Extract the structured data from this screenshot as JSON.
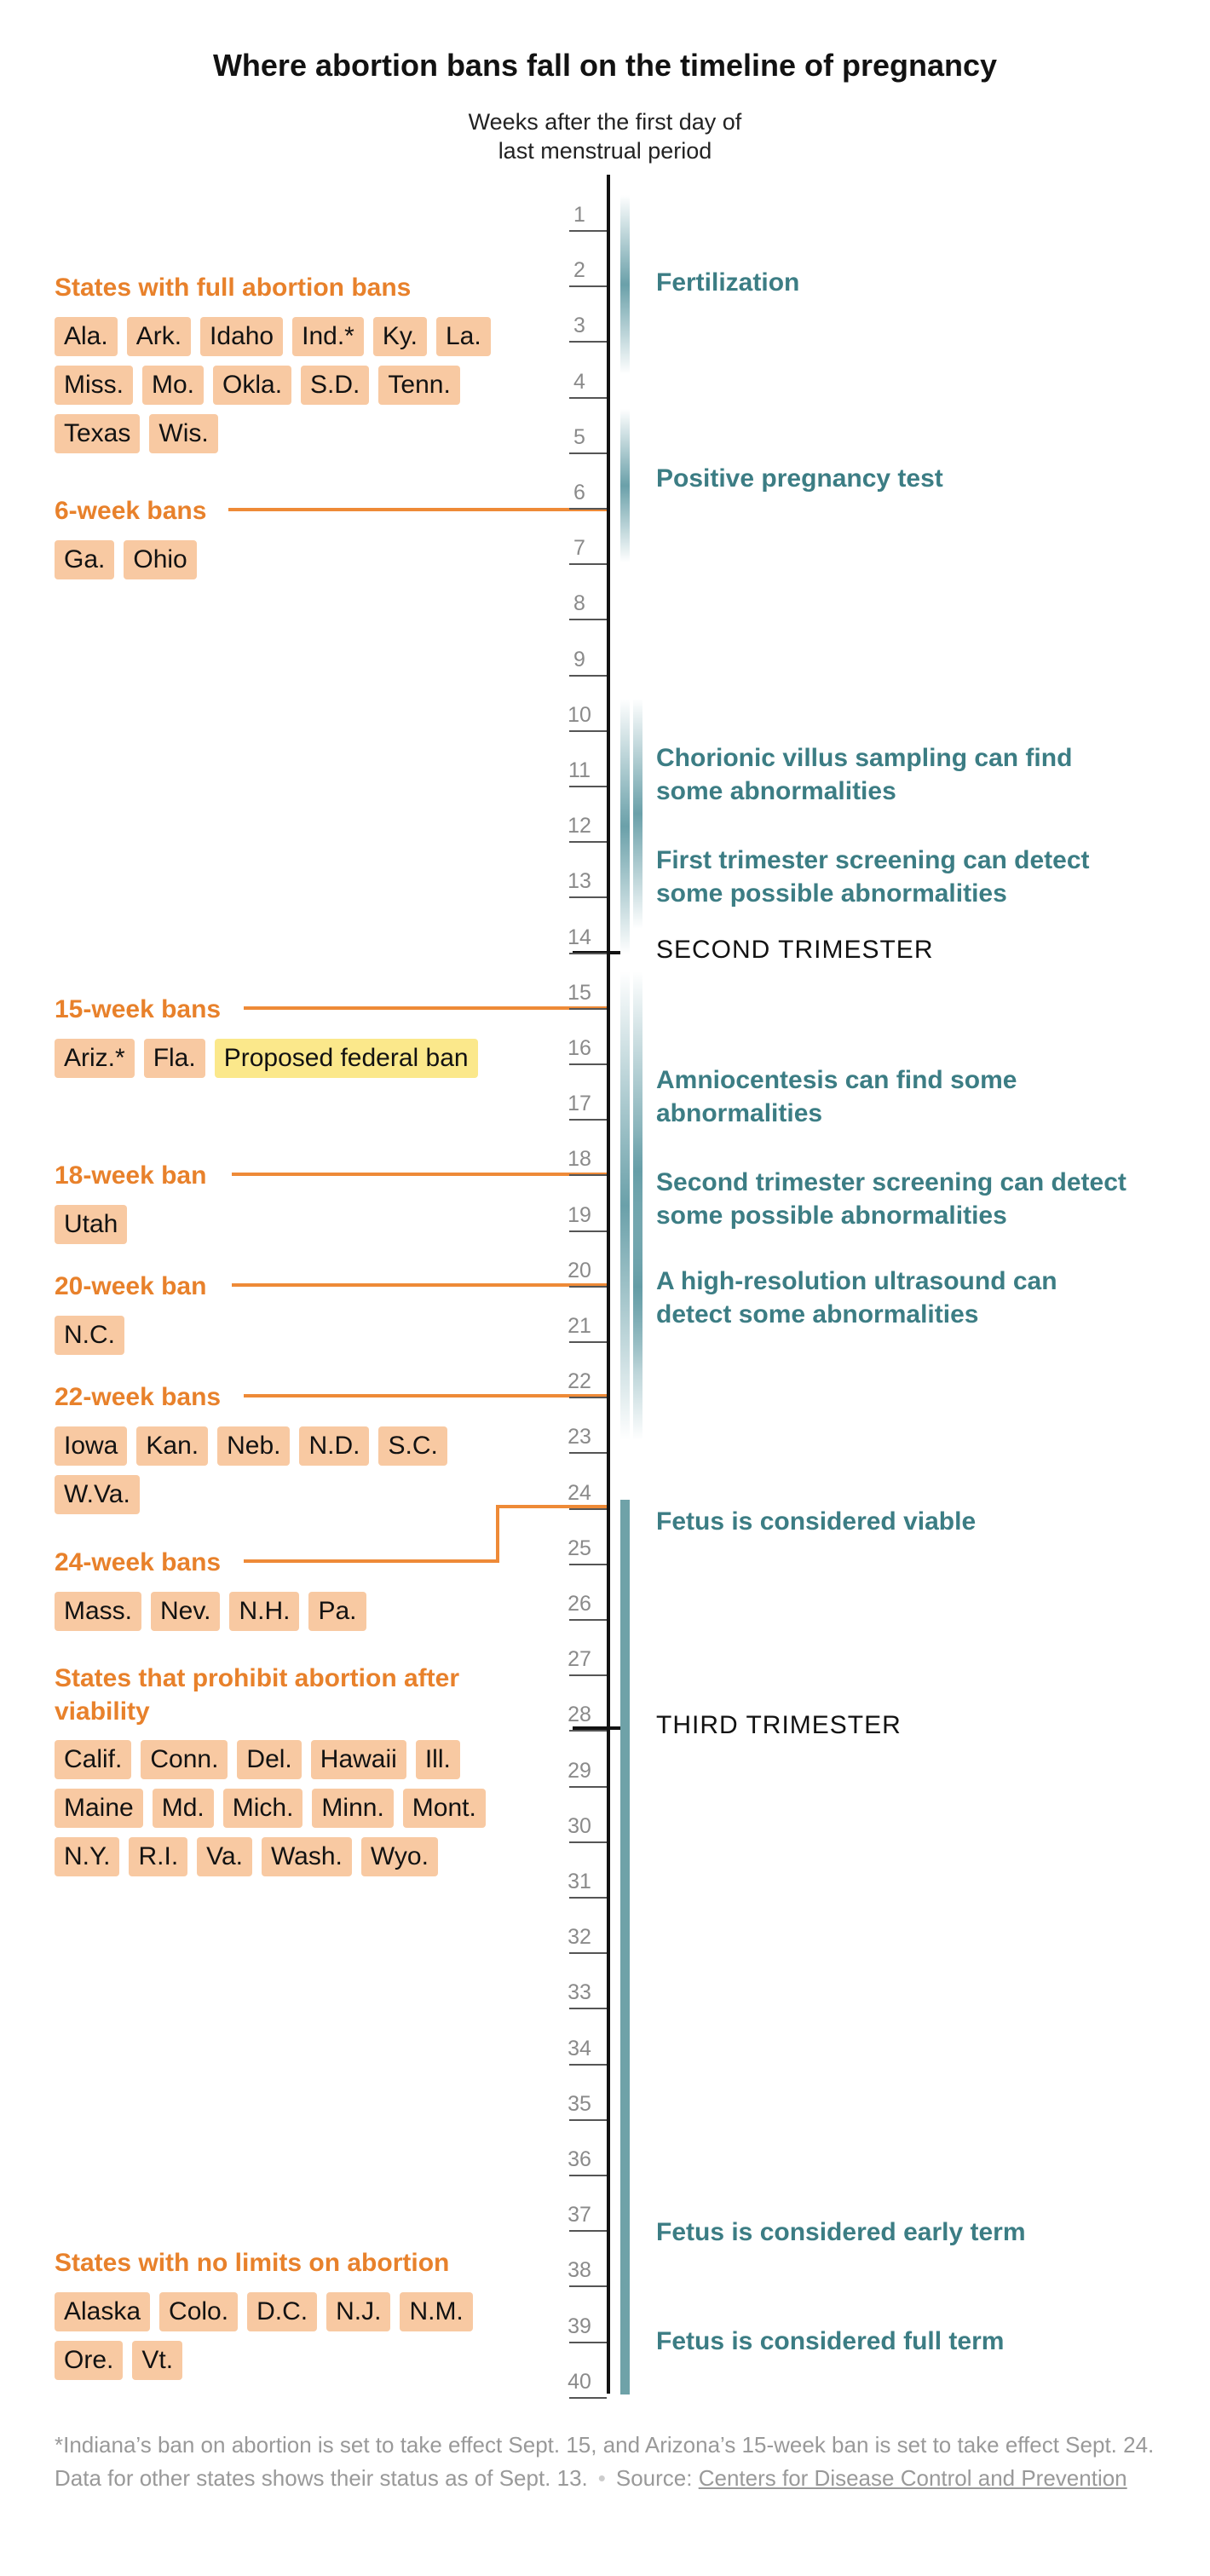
{
  "title": "Where abortion bans fall on the timeline of pregnancy",
  "subtitle_line1": "Weeks after the first day of",
  "subtitle_line2": "last menstrual period",
  "weeks": [
    "1",
    "2",
    "3",
    "4",
    "5",
    "6",
    "7",
    "8",
    "9",
    "10",
    "11",
    "12",
    "13",
    "14",
    "15",
    "16",
    "17",
    "18",
    "19",
    "20",
    "21",
    "22",
    "23",
    "24",
    "25",
    "26",
    "27",
    "28",
    "29",
    "30",
    "31",
    "32",
    "33",
    "34",
    "35",
    "36",
    "37",
    "38",
    "39",
    "40"
  ],
  "trimesters": [
    {
      "label": "SECOND TRIMESTER",
      "week": 14
    },
    {
      "label": "THIRD TRIMESTER",
      "week": 28
    }
  ],
  "ban_groups": [
    {
      "heading": "States with full abortion bans",
      "week": null,
      "states": [
        "Ala.",
        "Ark.",
        "Idaho",
        "Ind.*",
        "Ky.",
        "La.",
        "Miss.",
        "Mo.",
        "Okla.",
        "S.D.",
        "Tenn.",
        "Texas",
        "Wis."
      ]
    },
    {
      "heading": "6-week bans",
      "week": 6,
      "states": [
        "Ga.",
        "Ohio"
      ]
    },
    {
      "heading": "15-week bans",
      "week": 15,
      "states": [
        "Ariz.*",
        "Fla.",
        "Proposed federal ban"
      ]
    },
    {
      "heading": "18-week ban",
      "week": 18,
      "states": [
        "Utah"
      ]
    },
    {
      "heading": "20-week ban",
      "week": 20,
      "states": [
        "N.C."
      ]
    },
    {
      "heading": "22-week bans",
      "week": 22,
      "states": [
        "Iowa",
        "Kan.",
        "Neb.",
        "N.D.",
        "S.C.",
        "W.Va."
      ]
    },
    {
      "heading": "24-week bans",
      "week": 24,
      "states": [
        "Mass.",
        "Nev.",
        "N.H.",
        "Pa."
      ]
    },
    {
      "heading_line1": "States that prohibit abortion after",
      "heading_line2": "viability",
      "week": null,
      "states": [
        "Calif.",
        "Conn.",
        "Del.",
        "Hawaii",
        "Ill.",
        "Maine",
        "Md.",
        "Mich.",
        "Minn.",
        "Mont.",
        "N.Y.",
        "R.I.",
        "Va.",
        "Wash.",
        "Wyo."
      ]
    },
    {
      "heading": "States with no limits on abortion",
      "week": null,
      "states": [
        "Alaska",
        "Colo.",
        "D.C.",
        "N.J.",
        "N.M.",
        "Ore.",
        "Vt."
      ]
    }
  ],
  "events": [
    {
      "line1": "Fertilization",
      "line2": "",
      "week": 2
    },
    {
      "line1": "Positive pregnancy test",
      "line2": "",
      "week": 6
    },
    {
      "line1": "Chorionic villus sampling can find",
      "line2": "some abnormalities",
      "weeks": [
        10,
        13
      ]
    },
    {
      "line1": "First trimester screening can detect",
      "line2": "some possible abnormalities",
      "weeks": [
        10,
        14
      ]
    },
    {
      "line1": "Amniocentesis can find some",
      "line2": "abnormalities",
      "weeks": [
        15,
        20
      ]
    },
    {
      "line1": "Second trimester screening can detect",
      "line2": "some possible abnormalities",
      "weeks": [
        15,
        22
      ]
    },
    {
      "line1": "A high-resolution ultrasound can",
      "line2": "detect some abnormalities",
      "weeks": [
        18,
        22
      ]
    },
    {
      "line1": "Fetus is considered viable",
      "line2": "",
      "weeks": [
        24,
        40
      ]
    },
    {
      "line1": "Fetus is considered early term",
      "line2": "",
      "week": 37
    },
    {
      "line1": "Fetus is considered full term",
      "line2": "",
      "week": 39
    }
  ],
  "footnote": {
    "text": "*Indiana’s ban on abortion is set to take effect Sept. 15, and Arizona’s 15-week ban is set to take effect Sept. 24. Data for other states shows their status as of Sept. 13.",
    "separator": "•",
    "source_label": "Source:",
    "source_link": "Centers for Disease Control and Prevention"
  },
  "colors": {
    "ban": "#e8812b",
    "chip": "#f8c9a2",
    "federal_chip": "#fbe88b",
    "event": "#3c7d84",
    "band": "#6fa2a8"
  }
}
